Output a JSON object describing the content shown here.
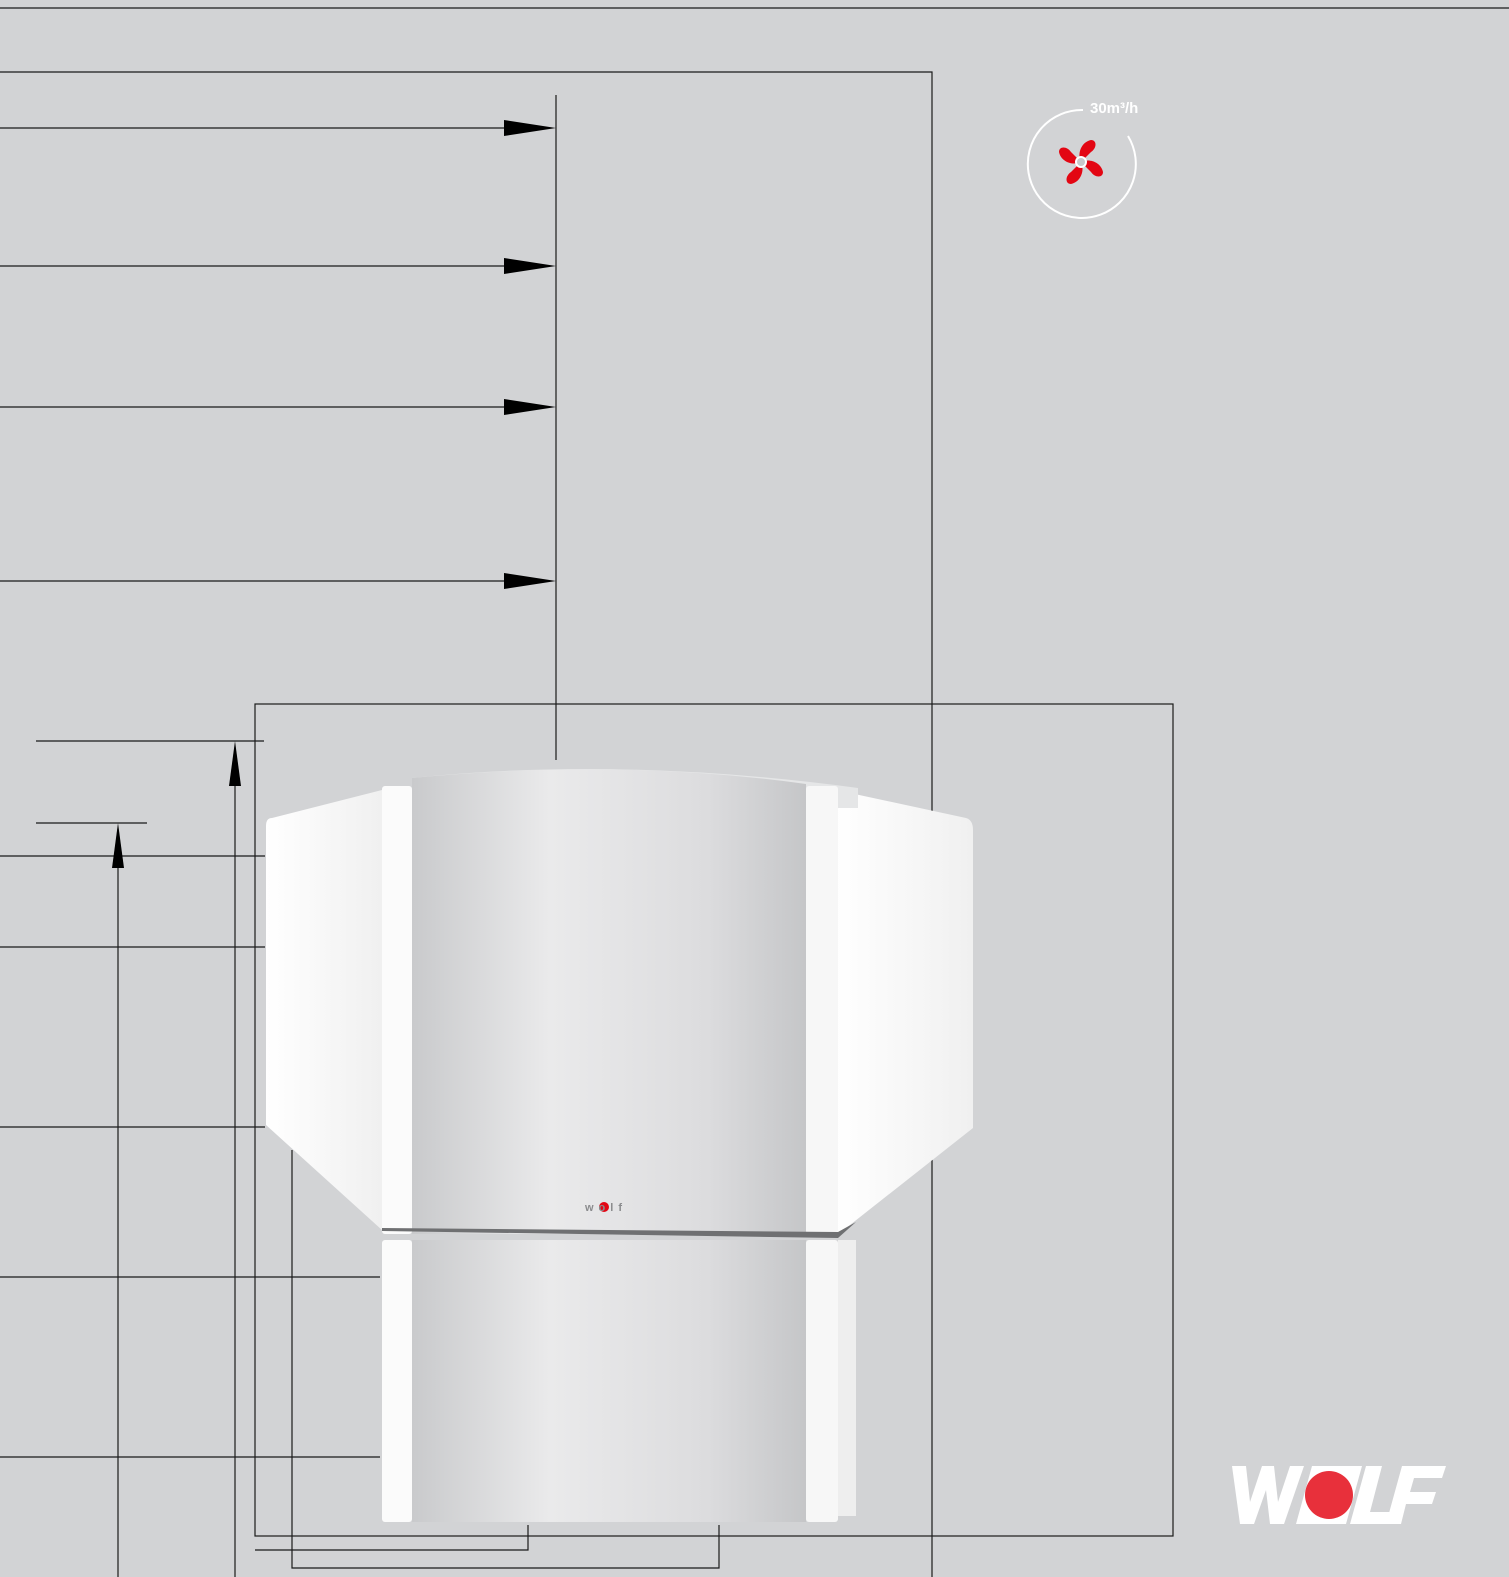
{
  "fan_badge": {
    "airflow_label": "30m³/h",
    "icon": "fan-icon",
    "accent_color": "#e30613"
  },
  "device": {
    "badge_text": "wolf",
    "body_color": "#f3f3f3"
  },
  "brand": {
    "logo_text": "WOLF",
    "logo_color": "#ffffff",
    "dot_color": "#e8303b"
  },
  "colors": {
    "background": "#d2d3d5",
    "lines": "#1a1a1a"
  }
}
